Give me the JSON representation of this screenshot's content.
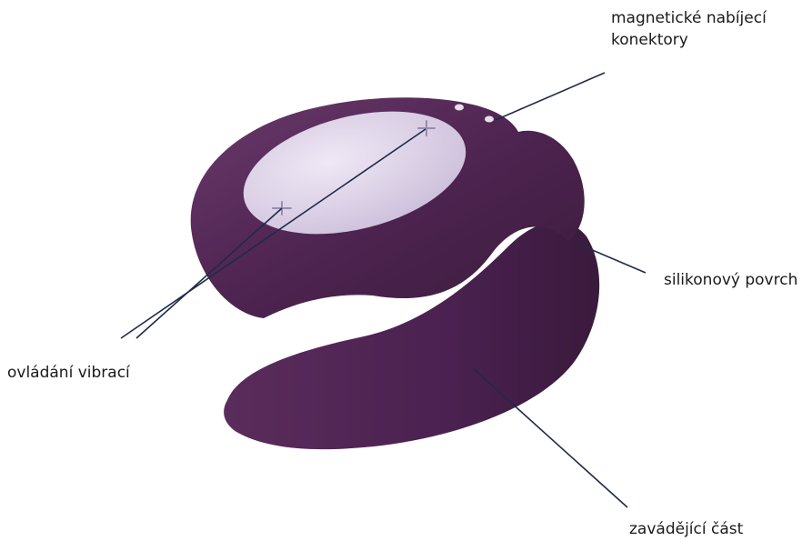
{
  "labels": {
    "charging_line1": "magnetické nabíjecí",
    "charging_line2": "konektory",
    "surface": "silikonový povrch",
    "controls": "ovládání vibrací",
    "insertable": "zavádějící část"
  },
  "colors": {
    "body_main": "#4e2450",
    "body_shadow": "#3a1a3c",
    "body_highlight": "#6a3a6c",
    "panel": "#d9cde4",
    "leader_line": "#1f2a4a",
    "text": "#1a1a1a"
  }
}
